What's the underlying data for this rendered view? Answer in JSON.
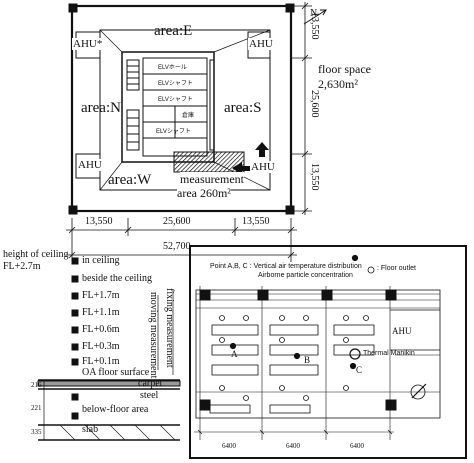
{
  "top_plan": {
    "areas": {
      "east": "area:E",
      "north": "area:N",
      "south": "area:S",
      "west": "area:W"
    },
    "ahu_label": "AHU",
    "ahu_star": "AHU*",
    "measurement_label": "measurement",
    "measurement_area": "area 260m²",
    "floor_space_label": "floor space",
    "floor_space_value": "2,630m²",
    "north_label": "N",
    "dims_bottom": [
      "13,550",
      "25,600",
      "13,550"
    ],
    "dim_total": "52,700",
    "dims_right": [
      "13,550",
      "25,600",
      "13,550"
    ],
    "core_labels": [
      "ELVホール",
      "ELVシャフト",
      "ELVシャフト",
      "倉庫",
      "ELVシャフト"
    ]
  },
  "section": {
    "height_of_ceiling": "height of ceiling",
    "ceiling_level": "FL+2.7m",
    "levels": [
      "in ceiling",
      "beside the ceiling",
      "FL+1.7m",
      "FL+1.1m",
      "FL+0.6m",
      "FL+0.3m",
      "FL+0.1m"
    ],
    "oa_floor": "OA floor surface",
    "carpet": "carpet",
    "steel": "steel",
    "below_floor": "below-floor area",
    "slab": "slab",
    "moving_measurement": "moving measurement",
    "fixing_measurement": "fixing measurement",
    "dims": [
      "216",
      "221",
      "335"
    ]
  },
  "detail": {
    "legend_line1": "Point A,B, C : Vertical air temperature distribution",
    "legend_line2": "Airborne particle concentration",
    "floor_outlet": ": Floor outlet",
    "ahu": "AHU",
    "thermal_manikin": "Thermal Manikin",
    "points": [
      "A",
      "B",
      "C"
    ],
    "dims": [
      "6400",
      "6400",
      "6400"
    ]
  }
}
